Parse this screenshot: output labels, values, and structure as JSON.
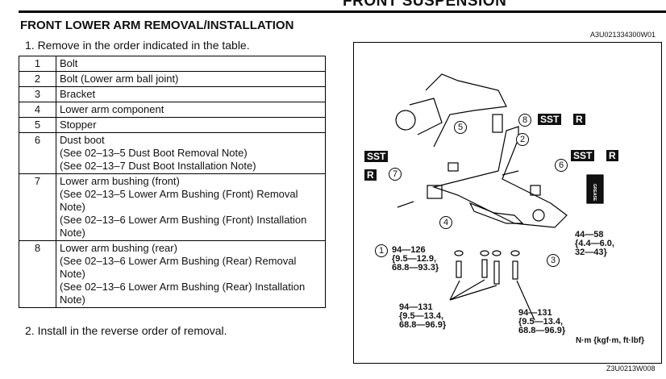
{
  "header": "FRONT SUSPENSION",
  "title": "FRONT LOWER ARM REMOVAL/INSTALLATION",
  "step1": "1.  Remove in the order indicated in the table.",
  "step2": "2.  Install in the reverse order of removal.",
  "rows": [
    {
      "n": "1",
      "lines": [
        "Bolt"
      ]
    },
    {
      "n": "2",
      "lines": [
        "Bolt (Lower arm ball joint)"
      ]
    },
    {
      "n": "3",
      "lines": [
        "Bracket"
      ]
    },
    {
      "n": "4",
      "lines": [
        "Lower arm component"
      ]
    },
    {
      "n": "5",
      "lines": [
        "Stopper"
      ]
    },
    {
      "n": "6",
      "lines": [
        "Dust boot",
        "(See 02–13–5 Dust Boot Removal Note)",
        "(See 02–13–7 Dust Boot Installation Note)"
      ]
    },
    {
      "n": "7",
      "lines": [
        "Lower arm bushing (front)",
        "(See 02–13–5 Lower Arm Bushing (Front) Removal Note)",
        "(See 02–13–6 Lower Arm Bushing (Front) Installation Note)"
      ]
    },
    {
      "n": "8",
      "lines": [
        "Lower arm bushing (rear)",
        "(See 02–13–6 Lower Arm Bushing (Rear) Removal Note)",
        "(See 02–13–6 Lower Arm Bushing (Rear) Installation Note)"
      ]
    }
  ],
  "figure": {
    "id_top": "A3U021334300W01",
    "id_bottom": "Z3U0213W008",
    "sst": "SST",
    "r": "R",
    "callouts": [
      "1",
      "2",
      "3",
      "4",
      "5",
      "6",
      "7",
      "8"
    ],
    "torque1": "94—126\n{9.5—12.9,\n68.8—93.3}",
    "torque2": "44—58\n{4.4—6.0,\n32—43}",
    "torque3": "94—131\n{9.5—13.4,\n68.8—96.9}",
    "torque4": "94—131\n{9.5—13.4,\n68.8—96.9}",
    "units": "N·m {kgf·m, ft·lbf}",
    "grease_label": "GREASE"
  }
}
